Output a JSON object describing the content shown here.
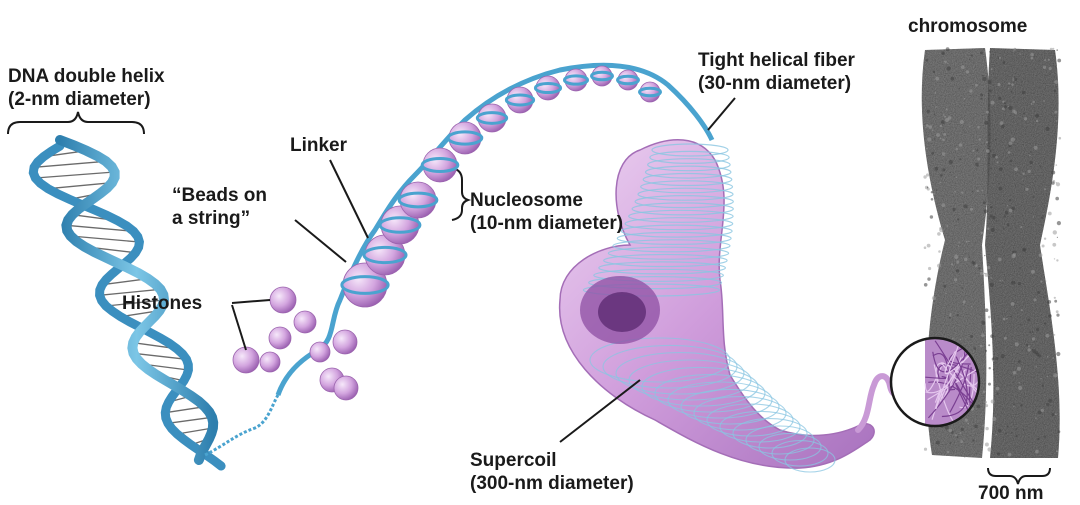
{
  "labels": {
    "dna_helix": {
      "line1": "DNA double helix",
      "line2": "(2-nm diameter)"
    },
    "linker": "Linker",
    "beads": {
      "line1": "“Beads on",
      "line2": "a string”"
    },
    "histones": "Histones",
    "nucleosome": {
      "line1": "Nucleosome",
      "line2": "(10-nm diameter)"
    },
    "tight_fiber": {
      "line1": "Tight helical fiber",
      "line2": "(30-nm diameter)"
    },
    "chromosome": "chromosome",
    "supercoil": {
      "line1": "Supercoil",
      "line2": "(300-nm diameter)"
    },
    "scale": "700 nm"
  },
  "colors": {
    "dna_blue": "#4aa3cf",
    "dna_dark": "#2e7fae",
    "histone_purple": "#c99ad6",
    "supercoil_pink": "#d9a9df",
    "chromosome_gray": "#6f6f6f"
  }
}
